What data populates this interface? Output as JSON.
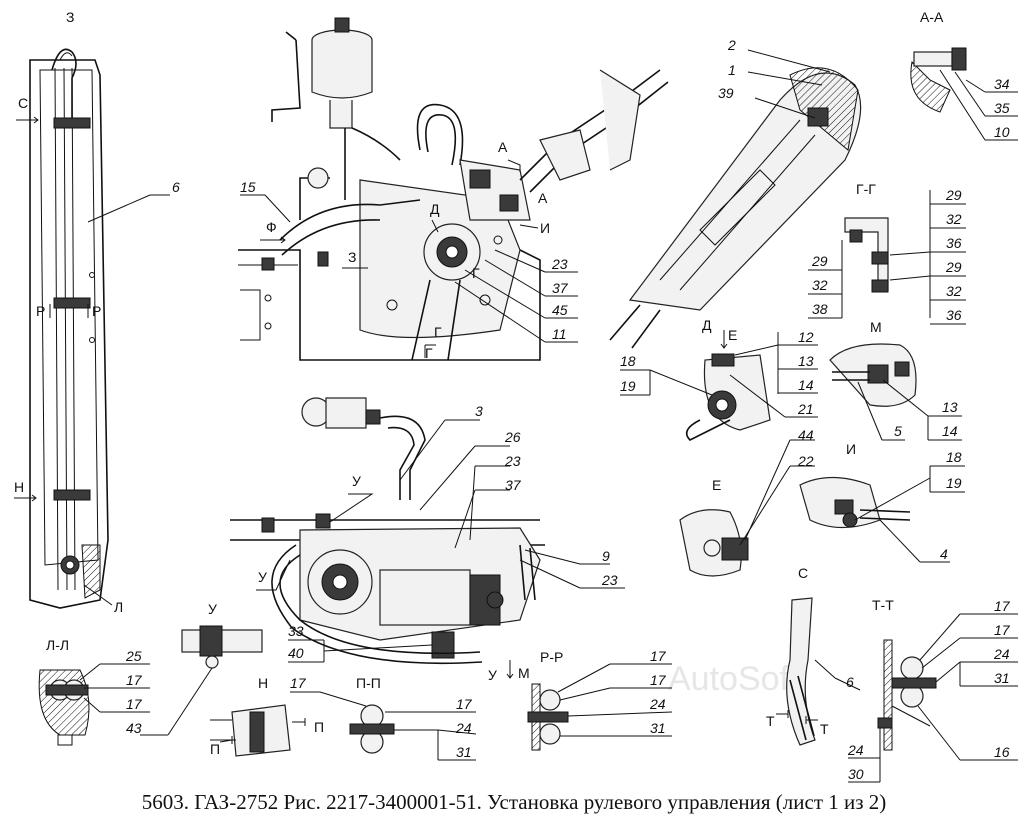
{
  "sections": {
    "z": "З",
    "aa": "А-А",
    "gg": "Г-Г",
    "d": "Д",
    "m": "М",
    "i": "И",
    "e": "Е",
    "u": "У",
    "ll": "Л-Л",
    "n": "Н",
    "pp": "П-П",
    "rr": "Р-Р",
    "s": "С",
    "tt": "Т-Т"
  },
  "cut_letters": {
    "c1": "С",
    "r1": "Р",
    "r2": "Р",
    "h1": "Н",
    "l1": "Л",
    "f1": "Ф",
    "z2": "З",
    "a1": "А",
    "a2": "А",
    "d1": "Д",
    "i1": "И",
    "g1": "Г",
    "g2": "Г",
    "g3": "Г",
    "e1": "Е",
    "u1": "У",
    "u2": "У",
    "u3": "У",
    "m1": "М",
    "p1": "П",
    "p2": "П",
    "t1": "Т",
    "t2": "Т"
  },
  "callouts": {
    "c6": "6",
    "c15": "15",
    "c2": "2",
    "c1": "1",
    "c39": "39",
    "c34": "34",
    "c35": "35",
    "c10": "10",
    "c23a": "23",
    "c37a": "37",
    "c45": "45",
    "c11": "11",
    "gg29a": "29",
    "gg32a": "32",
    "gg36a": "36",
    "gg29b": "29",
    "gg32b": "32",
    "gg36b": "36",
    "gg29c": "29",
    "gg32c": "32",
    "gg38": "38",
    "d12": "12",
    "d13": "13",
    "d14": "14",
    "d18": "18",
    "d19": "19",
    "d21": "21",
    "m13": "13",
    "m14": "14",
    "m5": "5",
    "c3": "3",
    "c26": "26",
    "c23b": "23",
    "c37b": "37",
    "c9": "9",
    "c23c": "23",
    "c33": "33",
    "c40": "40",
    "c44": "44",
    "c22": "22",
    "i18": "18",
    "i19": "19",
    "i4": "4",
    "ll25": "25",
    "ll17a": "17",
    "ll17b": "17",
    "u43": "43",
    "pp17a": "17",
    "pp17b": "17",
    "pp24": "24",
    "pp31": "31",
    "rr17a": "17",
    "rr17b": "17",
    "rr24": "24",
    "rr31": "31",
    "s6": "6",
    "tt17a": "17",
    "tt17b": "17",
    "tt24a": "24",
    "tt31": "31",
    "tt16": "16",
    "tt24b": "24",
    "tt30": "30"
  },
  "watermark": "AutoSoft",
  "caption": "5603. ГАЗ-2752 Рис. 2217-3400001-51. Установка рулевого управления (лист 1 из 2)"
}
